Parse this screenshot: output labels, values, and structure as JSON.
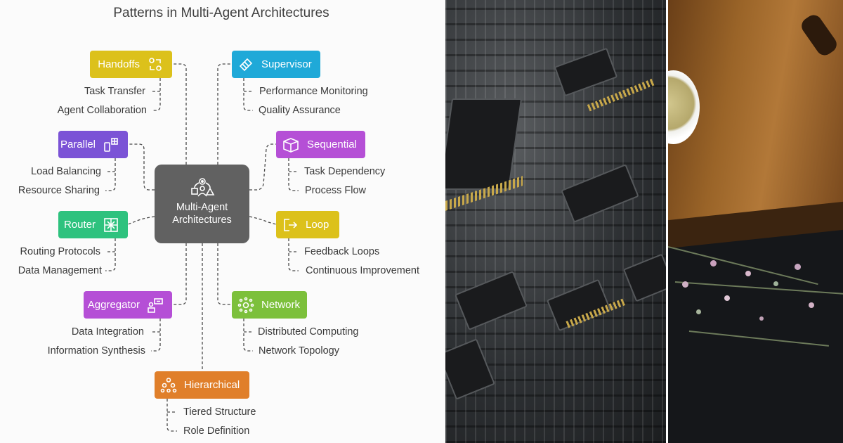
{
  "title": "Patterns in Multi-Agent Architectures",
  "center": {
    "label": "Multi-Agent\nArchitectures",
    "color": "#616161",
    "icon": "multi-agent-icon"
  },
  "patterns": [
    {
      "id": "handoffs",
      "label": "Handoffs",
      "color": "#dcc11b",
      "icon": "handoff-icon",
      "side": "left",
      "items": [
        "Task Transfer",
        "Agent Collaboration"
      ]
    },
    {
      "id": "supervisor",
      "label": "Supervisor",
      "color": "#1fa9d8",
      "icon": "supervisor-icon",
      "side": "right",
      "items": [
        "Performance Monitoring",
        "Quality Assurance"
      ]
    },
    {
      "id": "parallel",
      "label": "Parallel",
      "color": "#7b53d6",
      "icon": "parallel-icon",
      "side": "left",
      "items": [
        "Load Balancing",
        "Resource Sharing"
      ]
    },
    {
      "id": "sequential",
      "label": "Sequential",
      "color": "#b54fd6",
      "icon": "cube-icon",
      "side": "right",
      "items": [
        "Task Dependency",
        "Process Flow"
      ]
    },
    {
      "id": "router",
      "label": "Router",
      "color": "#2ec27e",
      "icon": "router-icon",
      "side": "left",
      "items": [
        "Routing Protocols",
        "Data Management"
      ]
    },
    {
      "id": "loop",
      "label": "Loop",
      "color": "#dcc11b",
      "icon": "loop-exit-icon",
      "side": "right",
      "items": [
        "Feedback Loops",
        "Continuous Improvement"
      ]
    },
    {
      "id": "aggregator",
      "label": "Aggregator",
      "color": "#b54fd6",
      "icon": "aggregator-icon",
      "side": "left",
      "items": [
        "Data Integration",
        "Information Synthesis"
      ]
    },
    {
      "id": "network",
      "label": "Network",
      "color": "#7cc03b",
      "icon": "network-icon",
      "side": "right",
      "items": [
        "Distributed Computing",
        "Network Topology"
      ]
    },
    {
      "id": "hierarchical",
      "label": "Hierarchical",
      "color": "#e07f2a",
      "icon": "hierarchy-icon",
      "side": "bottom",
      "items": [
        "Tiered Structure",
        "Role Definition"
      ]
    }
  ],
  "images": [
    {
      "id": "circuit",
      "icon": "circuit-board-photo"
    },
    {
      "id": "board",
      "icon": "cutting-board-photo"
    }
  ]
}
